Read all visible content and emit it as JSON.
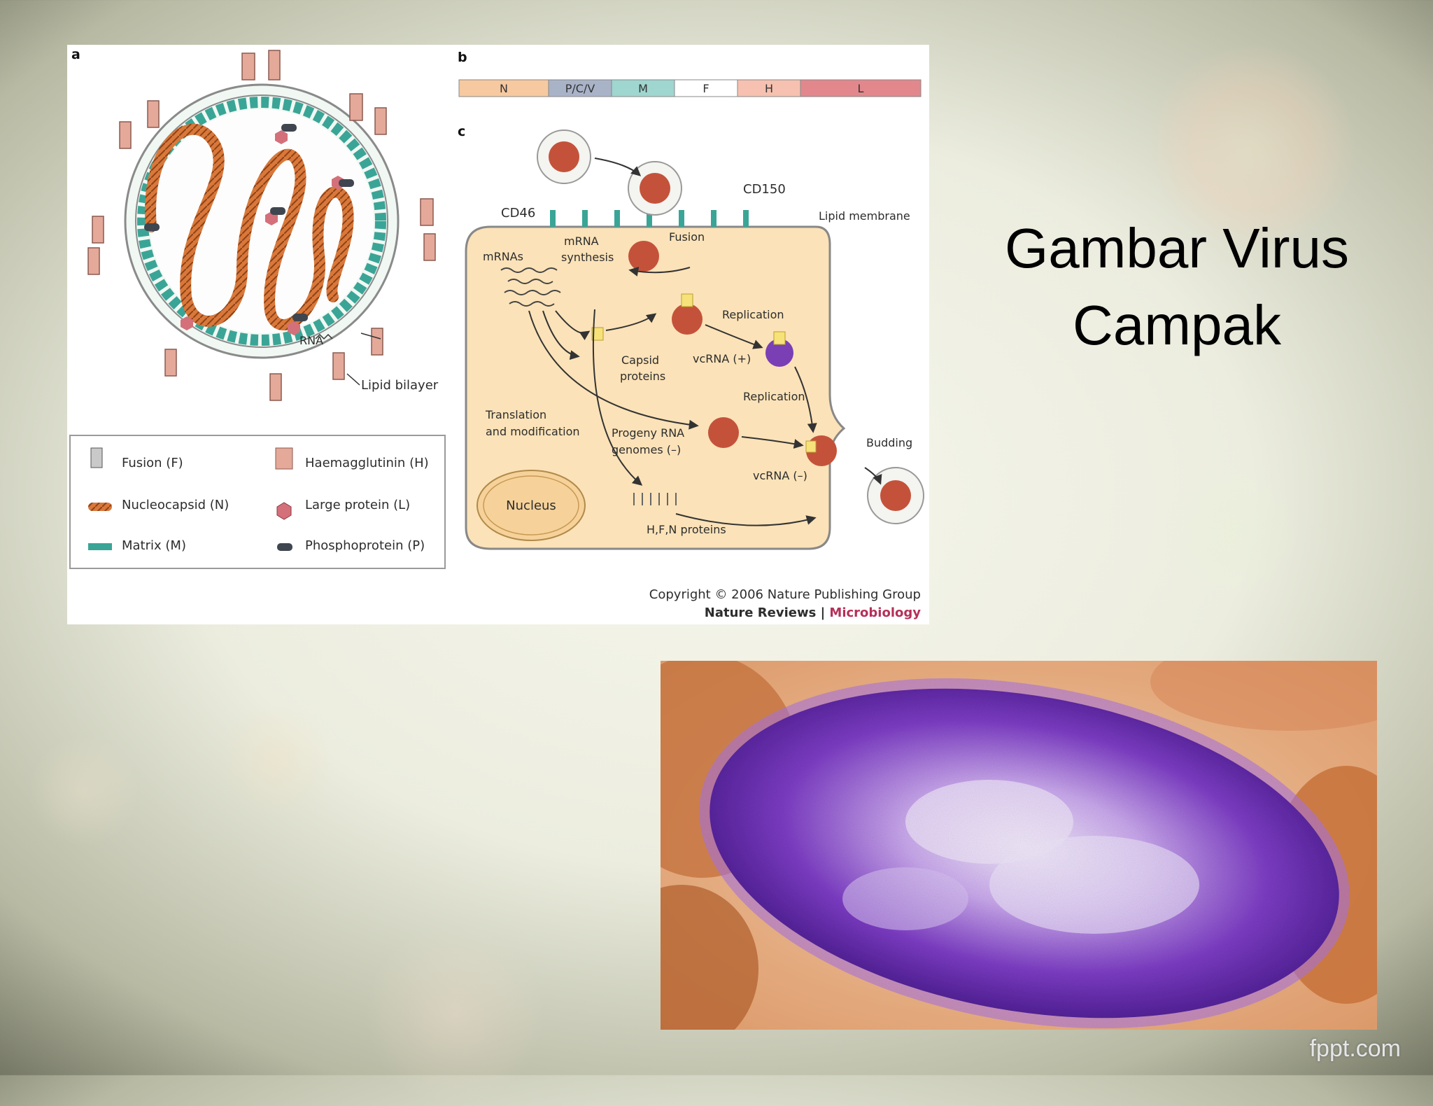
{
  "slide": {
    "title_line1": "Gambar Virus",
    "title_line2": "Campak",
    "watermark": "fppt.com"
  },
  "diagram": {
    "panel_a": {
      "letter": "a",
      "rna_label": "RNA",
      "lipid_bilayer_label": "Lipid bilayer",
      "legend": {
        "fusion": "Fusion (F)",
        "haemagglutinin": "Haemagglutinin (H)",
        "nucleocapsid": "Nucleocapsid (N)",
        "large_protein": "Large protein (L)",
        "matrix": "Matrix (M)",
        "phosphoprotein": "Phosphoprotein (P)"
      }
    },
    "panel_b": {
      "letter": "b",
      "genes": [
        "N",
        "P/C/V",
        "M",
        "F",
        "H",
        "L"
      ]
    },
    "panel_c": {
      "letter": "c",
      "cd150": "CD150",
      "cd46": "CD46",
      "lipid_membrane": "Lipid membrane",
      "fusion": "Fusion",
      "mrna_synthesis_1": "mRNA",
      "mrna_synthesis_2": "synthesis",
      "mrnas": "mRNAs",
      "replication_1": "Replication",
      "capsid_1": "Capsid",
      "capsid_2": "proteins",
      "vcrna_pos": "vcRNA (+)",
      "replication_2": "Replication",
      "translation_1": "Translation",
      "translation_2": "and modification",
      "progeny_1": "Progeny RNA",
      "progeny_2": "genomes (–)",
      "budding": "Budding",
      "vcrna_neg": "vcRNA (–)",
      "nucleus": "Nucleus",
      "hfn": "H,F,N proteins"
    },
    "copyright": "Copyright © 2006 Nature Publishing Group",
    "journal_1": "Nature Reviews",
    "journal_sep": " | ",
    "journal_2": "Microbiology"
  },
  "colors": {
    "nucleocapsid": "#d9783a",
    "matrix": "#3aa596",
    "cell": "#fbe2b8",
    "haemagglutinin": "#e4a999",
    "large_protein": "#d4707a",
    "virion_purple": "#7a3fb5",
    "microscope_bg": "#e6a87a",
    "journal_accent": "#b5305a"
  }
}
